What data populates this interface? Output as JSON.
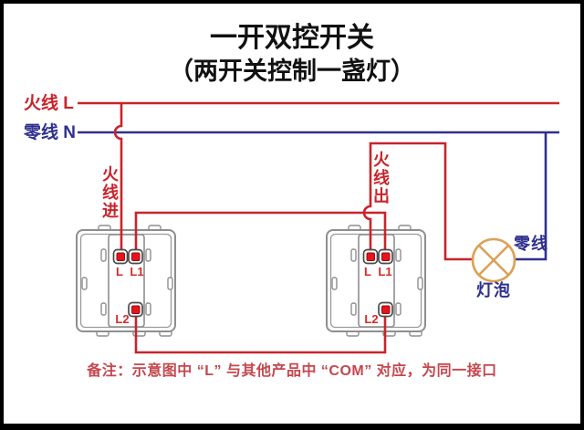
{
  "title": {
    "line1": "一开双控开关",
    "line2": "（两开关控制一盏灯）"
  },
  "bus": {
    "live": "火线 L",
    "neutral": "零线 N"
  },
  "annotations": {
    "live_in": "火线进",
    "live_out": "火线出",
    "lamp_neutral": "零线",
    "lamp": "灯泡",
    "note": "备注：示意图中 “L” 与其他产品中 “COM” 对应，为同一接口"
  },
  "switch_left": {
    "terminal_l": "L",
    "terminal_l1": "L1",
    "terminal_l2": "L2"
  },
  "switch_right": {
    "terminal_l": "L",
    "terminal_l1": "L1",
    "terminal_l2": "L2"
  },
  "colors": {
    "live_wire": "#C8242B",
    "neutral_wire": "#2F2F8F",
    "terminal_fill": "#E8131B",
    "lamp_outline": "#DCA055",
    "switch_outline": "#8E8E8E",
    "note_text": "#C5474E",
    "title_text": "#111111"
  }
}
